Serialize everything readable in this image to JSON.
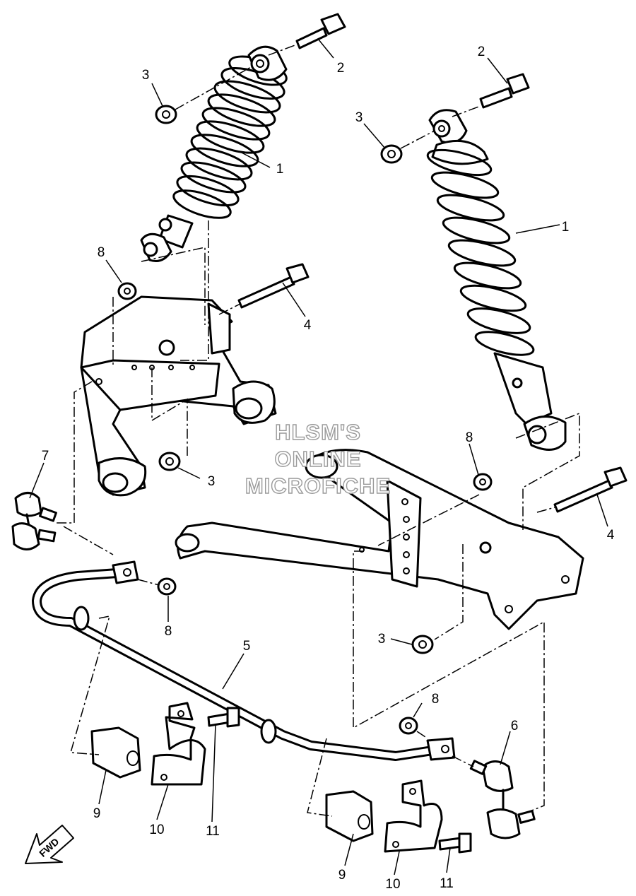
{
  "watermark": {
    "line1": "HLSM'S",
    "line2": "ONLINE",
    "line3": "MICROFICHE"
  },
  "direction_label": "FWD",
  "callouts": [
    {
      "id": "c2a",
      "text": "2"
    },
    {
      "id": "c3a",
      "text": "3"
    },
    {
      "id": "c1a",
      "text": "1"
    },
    {
      "id": "c8a",
      "text": "8"
    },
    {
      "id": "c4a",
      "text": "4"
    },
    {
      "id": "c3b",
      "text": "3"
    },
    {
      "id": "c7",
      "text": "7"
    },
    {
      "id": "c8b",
      "text": "8"
    },
    {
      "id": "c5",
      "text": "5"
    },
    {
      "id": "c9a",
      "text": "9"
    },
    {
      "id": "c10a",
      "text": "10"
    },
    {
      "id": "c11a",
      "text": "11"
    },
    {
      "id": "c2b",
      "text": "2"
    },
    {
      "id": "c3c",
      "text": "3"
    },
    {
      "id": "c1b",
      "text": "1"
    },
    {
      "id": "c8c",
      "text": "8"
    },
    {
      "id": "c4b",
      "text": "4"
    },
    {
      "id": "c3d",
      "text": "3"
    },
    {
      "id": "c8d",
      "text": "8"
    },
    {
      "id": "c6",
      "text": "6"
    },
    {
      "id": "c9b",
      "text": "9"
    },
    {
      "id": "c10b",
      "text": "10"
    },
    {
      "id": "c11b",
      "text": "11"
    }
  ]
}
